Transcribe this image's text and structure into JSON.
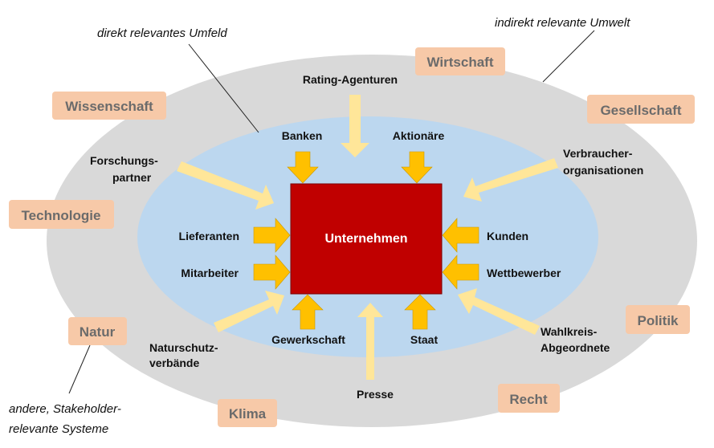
{
  "center": {
    "label": "Unternehmen"
  },
  "annotations": {
    "direct_environment": "direkt relevantes Umfeld",
    "indirect_environment": "indirekt relevante Umwelt",
    "other_systems_line1": "andere, Stakeholder-",
    "other_systems_line2": "relevante Systeme"
  },
  "outer_systems": {
    "wirtschaft": "Wirtschaft",
    "wissenschaft": "Wissenschaft",
    "gesellschaft": "Gesellschaft",
    "technologie": "Technologie",
    "politik": "Politik",
    "natur": "Natur",
    "recht": "Recht",
    "klima": "Klima"
  },
  "stakeholders": {
    "rating": "Rating-Agenturen",
    "banken": "Banken",
    "aktionaere": "Aktionäre",
    "forschung_line1": "Forschungs-",
    "forschung_line2": "partner",
    "verbraucher_line1": "Verbraucher-",
    "verbraucher_line2": "organisationen",
    "lieferanten": "Lieferanten",
    "mitarbeiter": "Mitarbeiter",
    "kunden": "Kunden",
    "wettbewerber": "Wettbewerber",
    "naturschutz_line1": "Naturschutz-",
    "naturschutz_line2": "verbände",
    "gewerkschaft": "Gewerkschaft",
    "staat": "Staat",
    "wahlkreis_line1": "Wahlkreis-",
    "wahlkreis_line2": "Abgeordnete",
    "presse": "Presse"
  },
  "colors": {
    "outer_ellipse": "#d9d9d9",
    "inner_ellipse": "#bcd7ef",
    "center_box": "#c00000",
    "direct_arrow": "#ffc000",
    "indirect_arrow": "#ffe699",
    "system_box": "#f7c9a8"
  }
}
